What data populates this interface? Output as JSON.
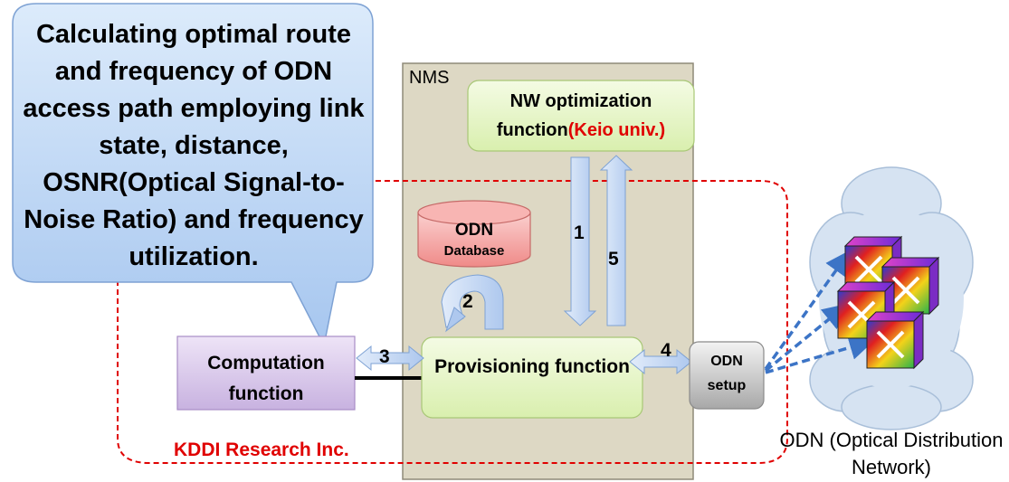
{
  "callout": {
    "text": "Calculating optimal route and frequency of ODN access path employing link state, distance, OSNR(Optical Signal-to-Noise Ratio) and frequency utilization."
  },
  "nms": {
    "label": "NMS"
  },
  "nw_optimization": {
    "label": "NW optimization function",
    "affiliation": "(Keio univ.)"
  },
  "odn_database": {
    "title": "ODN",
    "subtitle": "Database"
  },
  "computation": {
    "label": "Computation function"
  },
  "provisioning": {
    "label": "Provisioning function"
  },
  "odn_setup": {
    "label": "ODN setup"
  },
  "kddi": {
    "label": "KDDI Research Inc."
  },
  "odn_cloud": {
    "label": "ODN (Optical Distribution Network)"
  },
  "steps": [
    "1",
    "2",
    "3",
    "4",
    "5"
  ],
  "colors": {
    "callout_fill": "#b8d4f6",
    "nms_fill": "#ddd8c4",
    "green_box": "#e6f5c6",
    "computation_fill": "#d8c8ea",
    "database_fill": "#f59a98",
    "arrow_fill": "#c2d6f2",
    "kddi_red": "#e00000",
    "cloud_fill": "#d6e3f2"
  },
  "icons": [
    "speech-bubble-callout",
    "database-cylinder-icon",
    "cycle-arrow-icon",
    "optical-switch-cube-icon"
  ]
}
